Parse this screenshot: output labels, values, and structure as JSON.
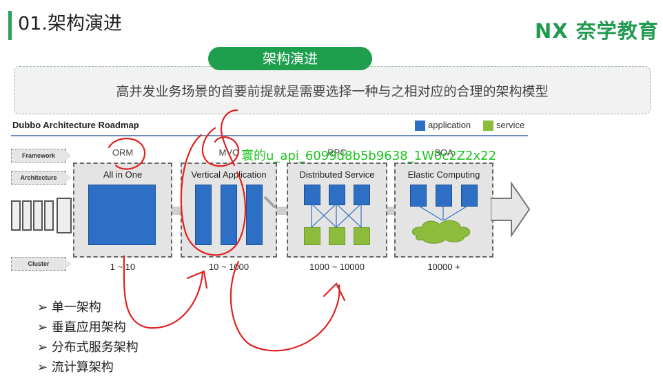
{
  "header": {
    "title": "01.架构演进",
    "logo": "NX 奈学教育"
  },
  "banner": {
    "pill_label": "架构演进",
    "note": "高并发业务场景的首要前提就是需要选择一种与之相对应的合理的架构模型"
  },
  "diagram": {
    "title": "Dubbo Architecture Roadmap",
    "legend": [
      {
        "label": "application",
        "color": "#2d6fc4"
      },
      {
        "label": "service",
        "color": "#8dbb3c"
      }
    ],
    "row_tags": [
      "Framework",
      "Architecture",
      "Cluster"
    ],
    "stages": [
      {
        "top": "ORM",
        "name": "All in One",
        "scale": "1 ~ 10"
      },
      {
        "top": "MVC",
        "name": "Vertical Application",
        "scale": "10 ~ 1000"
      },
      {
        "top": "RPC",
        "name": "Distributed Service",
        "scale": "1000 ~ 10000"
      },
      {
        "top": "SOA",
        "name": "Elastic Computing",
        "scale": "10000 +"
      }
    ]
  },
  "bullets": [
    "单一架构",
    "垂直应用架构",
    "分布式服务架构",
    "流计算架构"
  ],
  "watermark": "寰的u_api_6099d8b5b9638_1W0c2Z2x22"
}
